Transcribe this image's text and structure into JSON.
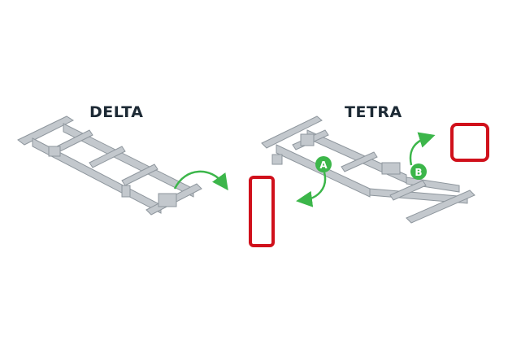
{
  "panels": [
    {
      "title": "DELTA"
    },
    {
      "title": "TETRA",
      "markers": [
        "A",
        "B"
      ]
    }
  ],
  "colors": {
    "title": "#1d2a35",
    "arrow": "#3cb64a",
    "outline": "#d0101b",
    "frame": "#b8bec4"
  }
}
